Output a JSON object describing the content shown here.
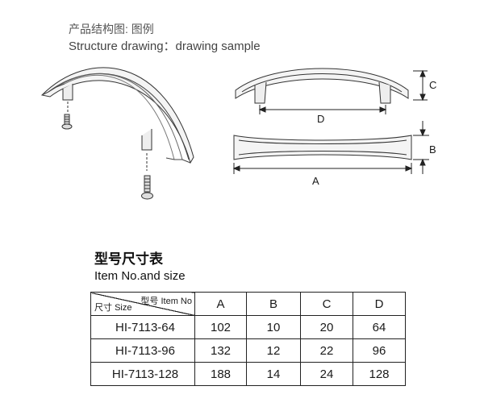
{
  "header": {
    "title_cn": "产品结构图: 图例",
    "title_en": "Structure drawing：drawing sample"
  },
  "diagram": {
    "labels": {
      "c": "C",
      "d": "D",
      "b": "B",
      "a": "A"
    }
  },
  "section": {
    "title_cn": "型号尺寸表",
    "title_en": "Item No.and size"
  },
  "table": {
    "corner_top_cn": "型号",
    "corner_top_en": "Item No",
    "corner_bottom_cn": "尺寸",
    "corner_bottom_en": "Size",
    "columns": [
      "A",
      "B",
      "C",
      "D"
    ],
    "rows": [
      {
        "item": "HI-7113-64",
        "a": "102",
        "b": "10",
        "c": "20",
        "d": "64"
      },
      {
        "item": "HI-7113-96",
        "a": "132",
        "b": "12",
        "c": "22",
        "d": "96"
      },
      {
        "item": "HI-7113-128",
        "a": "188",
        "b": "14",
        "c": "24",
        "d": "128"
      }
    ]
  }
}
